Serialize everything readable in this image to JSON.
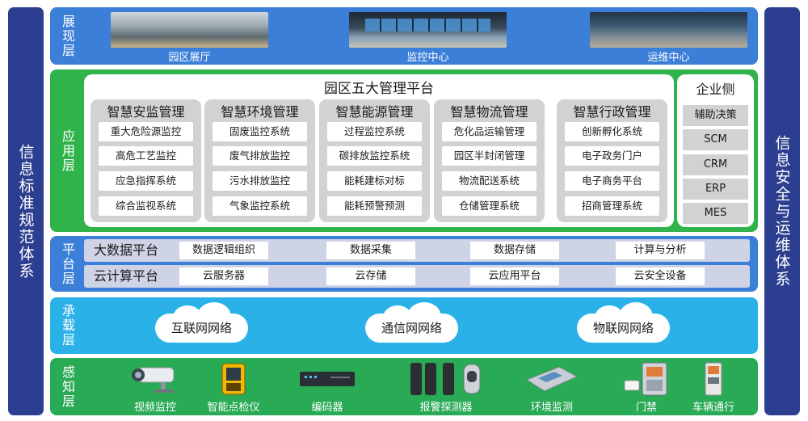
{
  "side": {
    "left": "信息标准规范体系",
    "right": "信息安全与运维体系"
  },
  "layers": {
    "show": "展现层",
    "app": "应用层",
    "platform": "平台层",
    "carrier": "承载层",
    "sense": "感知层"
  },
  "show": {
    "items": [
      {
        "label": "园区展厅",
        "icon": "exhibition-hall-photo"
      },
      {
        "label": "监控中心",
        "icon": "monitoring-center-photo"
      },
      {
        "label": "运维中心",
        "icon": "operations-center-photo"
      }
    ]
  },
  "app": {
    "title": "园区五大管理平台",
    "columns": [
      {
        "title": "智慧安监管理",
        "items": [
          "重大危险源监控",
          "高危工艺监控",
          "应急指挥系统",
          "综合监视系统"
        ]
      },
      {
        "title": "智慧环境管理",
        "items": [
          "固废监控系统",
          "废气排放监控",
          "污水排放监控",
          "气象监控系统"
        ]
      },
      {
        "title": "智慧能源管理",
        "items": [
          "过程监控系统",
          "碳排放监控系统",
          "能耗建标对标",
          "能耗预警预测"
        ]
      },
      {
        "title": "智慧物流管理",
        "items": [
          "危化品运输管理",
          "园区半封闭管理",
          "物流配送系统",
          "仓储管理系统"
        ]
      },
      {
        "title": "智慧行政管理",
        "items": [
          "创新孵化系统",
          "电子政务门户",
          "电子商务平台",
          "招商管理系统"
        ]
      }
    ],
    "enterprise": {
      "title": "企业侧",
      "items": [
        "辅助决策",
        "SCM",
        "CRM",
        "ERP",
        "MES"
      ]
    }
  },
  "platform": {
    "rows": [
      {
        "title": "大数据平台",
        "cells": [
          "数据逻辑组织",
          "数据采集",
          "数据存储",
          "计算与分析"
        ]
      },
      {
        "title": "云计算平台",
        "cells": [
          "云服务器",
          "云存储",
          "云应用平台",
          "云安全设备"
        ]
      }
    ]
  },
  "carrier": {
    "clouds": [
      "互联网网络",
      "通信网网络",
      "物联网网络"
    ]
  },
  "sense": {
    "devices": [
      {
        "label": "视频监控",
        "icon": "camera-icon"
      },
      {
        "label": "智能点检仪",
        "icon": "handheld-inspector-icon"
      },
      {
        "label": "编码器",
        "icon": "encoder-icon"
      },
      {
        "label": "报警探测器",
        "icon": "alarm-detector-icon"
      },
      {
        "label": "环境监测",
        "icon": "environment-monitor-icon"
      },
      {
        "label": "门禁",
        "icon": "access-control-icon"
      },
      {
        "label": "车辆通行",
        "icon": "vehicle-gate-icon"
      }
    ]
  }
}
